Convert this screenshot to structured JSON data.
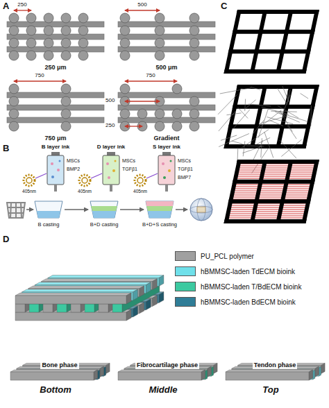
{
  "diagram": {
    "labels": [
      "A",
      "250",
      "500",
      "750",
      "750",
      "500",
      "250",
      "250 μm",
      "500 μm",
      "750 μm",
      "Gradient",
      "B",
      "B layer ink",
      "D layer ink",
      "S layer ink",
      "MSCs",
      "BMP2",
      "MSCs",
      "TGFβ1",
      "MSCs",
      "TGFβ1",
      "BMP7",
      "405nm",
      "405nm",
      "405nm",
      "B casting",
      "B+D casting",
      "B+D+S casting",
      "C",
      "D",
      "Bone phase",
      "Fibrocartilage phase",
      "Tendon phase",
      "Bottom",
      "Middle",
      "Top"
    ],
    "legend": [
      {
        "text": "PU_PCL polymer",
        "color": "#a0a0a0"
      },
      {
        "text": "hBMMSC-laden TdECM bioink",
        "color": "#6fe0ea"
      },
      {
        "text": "hBMMSC-laden T/BdECM bioink",
        "color": "#3cc9a0"
      },
      {
        "text": "hBMMSC-laden BdECM bioink",
        "color": "#2f7d97"
      }
    ]
  }
}
